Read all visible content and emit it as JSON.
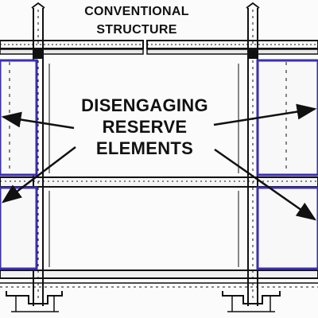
{
  "header": {
    "line1": "CONVENTIONAL",
    "line2": "STRUCTURE"
  },
  "callout": {
    "line1": "DISENGAGING",
    "line2": "RESERVE",
    "line3": "ELEMENTS"
  },
  "colors": {
    "line": "#111111",
    "reserve": "#3a2fb0",
    "paper": "#fbfbfb"
  }
}
